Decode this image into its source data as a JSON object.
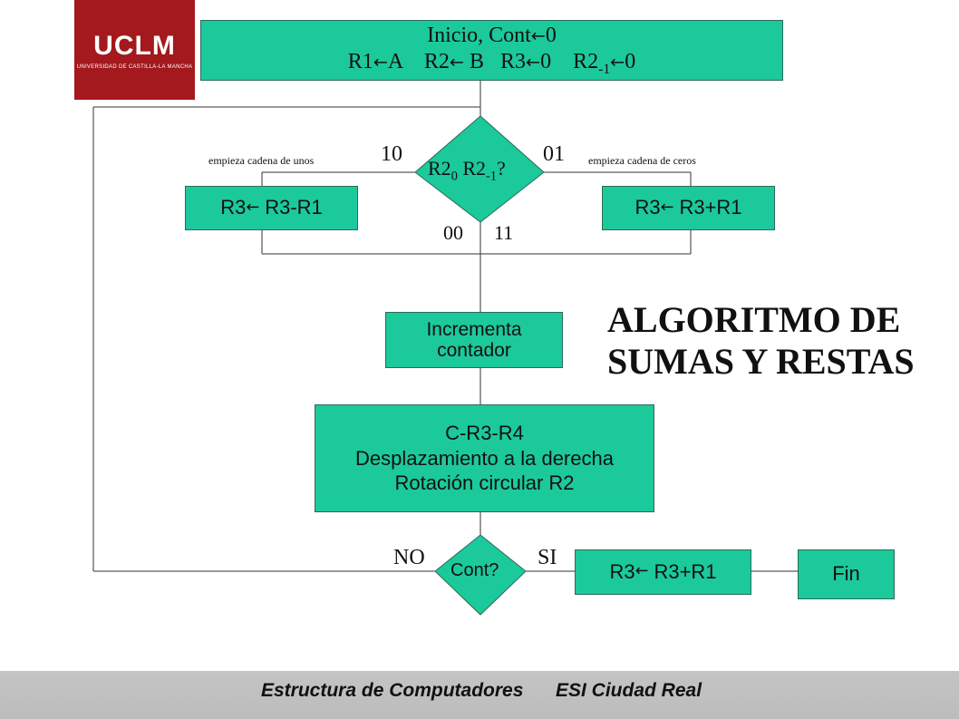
{
  "logo": {
    "text": "UCLM",
    "subtitle": "UNIVERSIDAD DE CASTILLA-LA MANCHA"
  },
  "title": {
    "line1": "ALGORITMO  DE",
    "line2": "SUMAS Y RESTAS"
  },
  "init_box": {
    "line1_text": "Inicio, Cont",
    "line1_value": "0",
    "r1": "R1",
    "r1_val": "A",
    "r2": "R2",
    "r2_val": " B",
    "r3": "R3",
    "r3_val": "0",
    "r2m": "R2",
    "r2m_sub": "-1",
    "r2m_val": "0",
    "arrow": "←"
  },
  "decision1": {
    "r2": "R2",
    "sub0": "0",
    "r2b": "R2",
    "subm1": "-1",
    "q": "?"
  },
  "labels": {
    "left_code": "10",
    "right_code": "01",
    "left_note": "empieza cadena de unos",
    "right_note": "empieza cadena de ceros",
    "code00": "00",
    "code11": "11",
    "no": "NO",
    "si": "SI"
  },
  "sub_box": {
    "a": "R3",
    "b": " R3-R1"
  },
  "add_box": {
    "a": "R3",
    "b": " R3+R1"
  },
  "increment_box": {
    "line1": "Incrementa",
    "line2": "contador"
  },
  "shift_box": {
    "line1": "C-R3-R4",
    "line2": "Desplazamiento  a la derecha",
    "line3": "Rotación circular R2"
  },
  "decision2": {
    "text": "Cont?"
  },
  "final_add_box": {
    "a": "R3",
    "b": " R3+R1"
  },
  "fin_box": {
    "text": "Fin"
  },
  "footer": {
    "left": "Estructura de Computadores",
    "right": "ESI Ciudad Real"
  },
  "colors": {
    "box_fill": "#1cc99b",
    "logo_red": "#a3191d",
    "footer_gray": "#c0c0c0"
  }
}
